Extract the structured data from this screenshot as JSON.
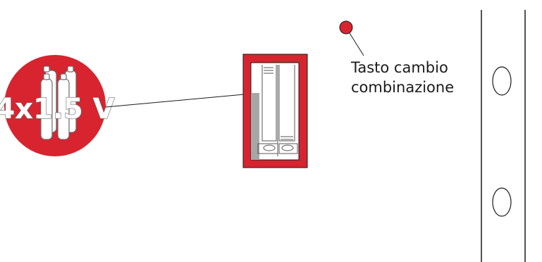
{
  "battery_badge": {
    "label": "4x1.5 V",
    "badge_color": "#d7242f"
  },
  "reset_button": {
    "color": "#d7242f"
  },
  "callout": {
    "line1": "Tasto cambio",
    "line2": "combinazione"
  },
  "compartment": {
    "frame_color": "#d7242f"
  }
}
